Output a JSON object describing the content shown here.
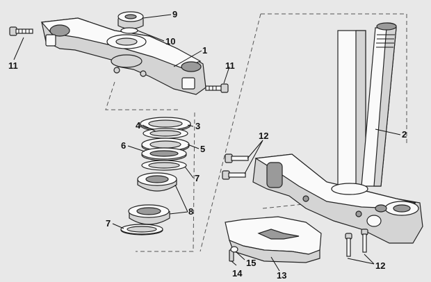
{
  "diagram": {
    "callouts": [
      {
        "id": "c9",
        "text": "9"
      },
      {
        "id": "c10",
        "text": "10"
      },
      {
        "id": "c1",
        "text": "1"
      },
      {
        "id": "c11a",
        "text": "11"
      },
      {
        "id": "c11b",
        "text": "11"
      },
      {
        "id": "c4",
        "text": "4"
      },
      {
        "id": "c3",
        "text": "3"
      },
      {
        "id": "c6",
        "text": "6"
      },
      {
        "id": "c5",
        "text": "5"
      },
      {
        "id": "c7a",
        "text": "7"
      },
      {
        "id": "c8",
        "text": "8"
      },
      {
        "id": "c7b",
        "text": "7"
      },
      {
        "id": "c2",
        "text": "2"
      },
      {
        "id": "c12a",
        "text": "12"
      },
      {
        "id": "c12b",
        "text": "12"
      },
      {
        "id": "c13",
        "text": "13"
      },
      {
        "id": "c14",
        "text": "14"
      },
      {
        "id": "c15",
        "text": "15"
      }
    ]
  }
}
